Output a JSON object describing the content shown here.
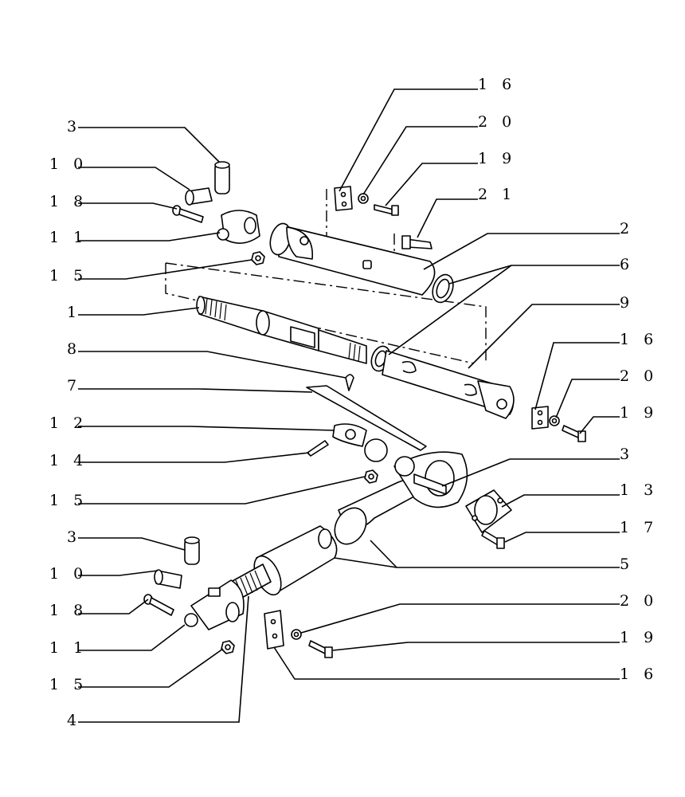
{
  "labels": {
    "l16a": "1 6",
    "l20a": "2 0",
    "l19a": "1 9",
    "l21": "2 1",
    "l2": "2",
    "l6": "6",
    "l9": "9",
    "l16b": "1 6",
    "l20b": "2 0",
    "l19b": "1 9",
    "l3b": "3",
    "l13": "1 3",
    "l17": "1 7",
    "l5r": "5",
    "l20c": "2 0",
    "l19c": "1 9",
    "l16c": "1 6",
    "l3a": "3",
    "l10a": "1 0",
    "l18a": "1 8",
    "l11a": "1 1",
    "l15a": "1 5",
    "l1": "1",
    "l8": "8",
    "l7": "7",
    "l12": "1 2",
    "l14": "1 4",
    "l15b": "1 5",
    "l3c": "3",
    "l10b": "1 0",
    "l18b": "1 8",
    "l11b": "1 1",
    "l15c": "1 5",
    "l4": "4"
  }
}
